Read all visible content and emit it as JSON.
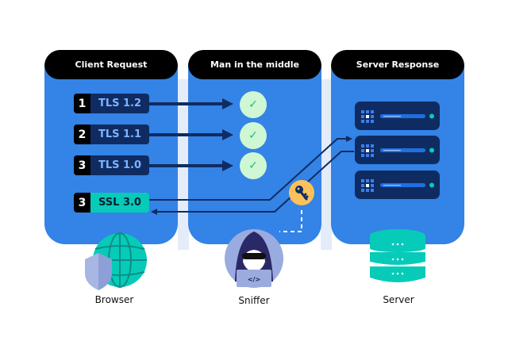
{
  "panels": [
    {
      "title": "Client Request",
      "caption": "Browser"
    },
    {
      "title": "Man in the middle",
      "caption": "Sniffer"
    },
    {
      "title": "Server Response",
      "caption": "Server"
    }
  ],
  "client_requests": [
    {
      "number": "1",
      "protocol": "TLS 1.2",
      "status": "accepted"
    },
    {
      "number": "2",
      "protocol": "TLS 1.1",
      "status": "accepted"
    },
    {
      "number": "3",
      "protocol": "TLS 1.0",
      "status": "accepted"
    },
    {
      "number": "3",
      "protocol": "SSL 3.0",
      "status": "intercepted"
    }
  ],
  "checks": [
    "✓",
    "✓",
    "✓"
  ],
  "sniffer_code_glyph": "</>",
  "servers_count": 3,
  "colors": {
    "panel_blue": "#3483e6",
    "header_black": "#000000",
    "tls_navy": "#0f2c62",
    "tls_text": "#7fb2ff",
    "ssl_teal": "#06cbb9",
    "check_bg": "#cff7d3",
    "key_yellow": "#fdc15c",
    "db_teal": "#06cbb9"
  }
}
